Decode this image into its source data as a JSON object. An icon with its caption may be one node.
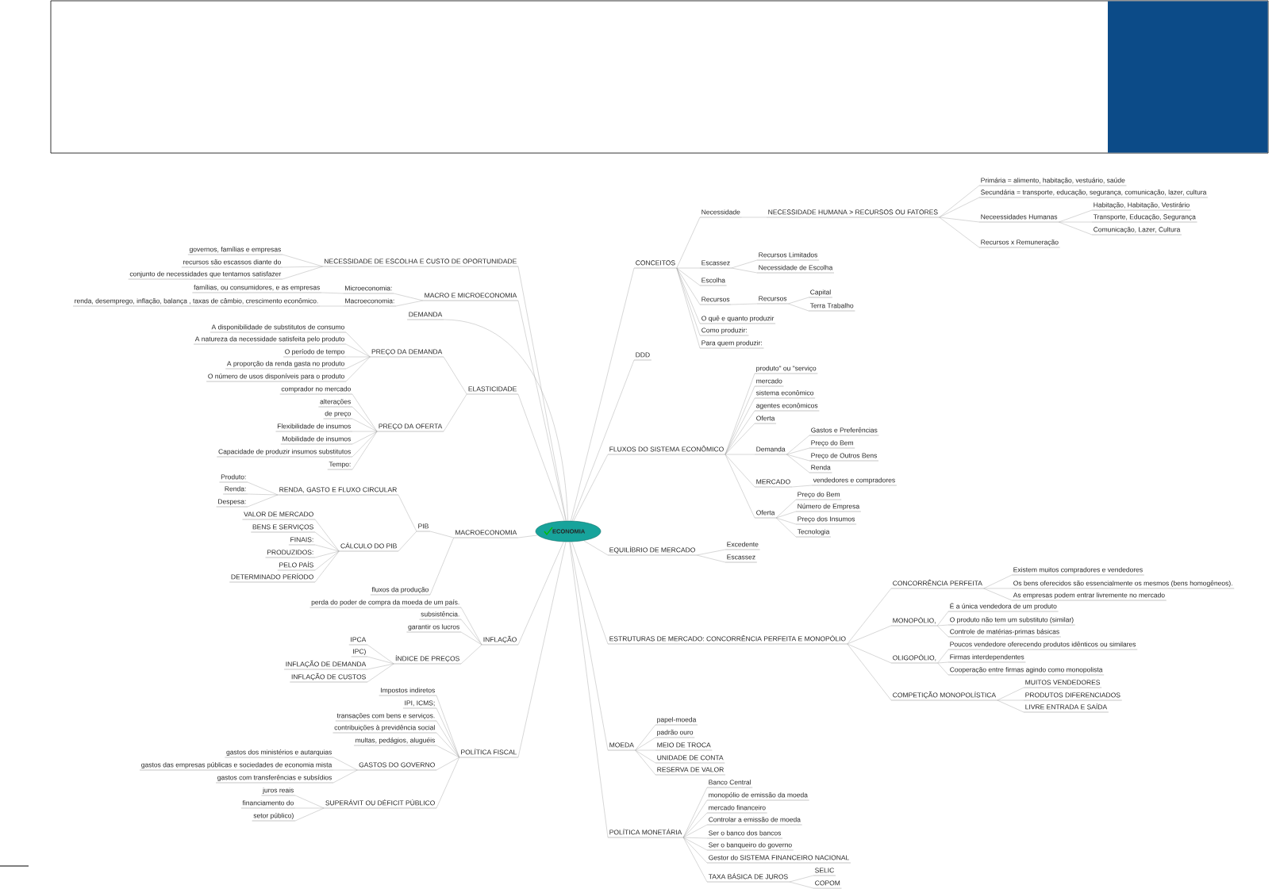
{
  "diagram": {
    "nodes": [
      {
        "text": [
          "ECONOMIA"
        ]
      },
      {
        "text": [
          "NECESSIDADE DE ESCOLHA E CUSTO DE OPORTUNIDADE"
        ]
      },
      {
        "text": [
          "governos, famílias e empresas"
        ]
      },
      {
        "text": [
          "recursos são escassos diante do"
        ]
      },
      {
        "text": [
          "conjunto de necessidades que tentamos satisfazer"
        ]
      },
      {
        "text": [
          "MACRO E MICROECONOMIA"
        ]
      },
      {
        "text": [
          "Microeconomia:"
        ]
      },
      {
        "text": [
          "famílias, ou consumidores, e as empresas"
        ]
      },
      {
        "text": [
          "Macroeconomia:"
        ]
      },
      {
        "text": [
          "renda, desemprego, inflação, balança , taxas de câmbio, crescimento econômico."
        ]
      },
      {
        "text": [
          "DEMANDA"
        ]
      },
      {
        "text": [
          "ELASTICIDADE"
        ]
      },
      {
        "text": [
          "PREÇO DA DEMANDA"
        ]
      },
      {
        "text": [
          "A disponibilidade de substitutos de consumo"
        ]
      },
      {
        "text": [
          "A natureza da necessidade satisfeita pelo produto"
        ]
      },
      {
        "text": [
          "O período de tempo"
        ]
      },
      {
        "text": [
          "A proporção da renda gasta no produto"
        ]
      },
      {
        "text": [
          "O número de usos disponíveis para o produto"
        ]
      },
      {
        "text": [
          "PREÇO DA OFERTA"
        ]
      },
      {
        "text": [
          "comprador no mercado"
        ]
      },
      {
        "text": [
          "alterações"
        ]
      },
      {
        "text": [
          "de preço"
        ]
      },
      {
        "text": [
          "Flexibilidade de insumos"
        ]
      },
      {
        "text": [
          "Mobilidade de insumos"
        ]
      },
      {
        "text": [
          "Capacidade de produzir insumos substitutos"
        ]
      },
      {
        "text": [
          "Tempo:"
        ]
      },
      {
        "text": [
          "MACROECONOMIA"
        ]
      },
      {
        "text": [
          "PIB"
        ]
      },
      {
        "text": [
          "RENDA, GASTO E FLUXO CIRCULAR"
        ]
      },
      {
        "text": [
          "Produto:"
        ]
      },
      {
        "text": [
          "Renda:"
        ]
      },
      {
        "text": [
          "Despesa:"
        ]
      },
      {
        "text": [
          "CÁLCULO DO PIB"
        ]
      },
      {
        "text": [
          "VALOR DE MERCADO"
        ]
      },
      {
        "text": [
          "BENS E SERVIÇOS"
        ]
      },
      {
        "text": [
          "FINAIS:"
        ]
      },
      {
        "text": [
          "PRODUZIDOS:"
        ]
      },
      {
        "text": [
          "PELO PAÍS"
        ]
      },
      {
        "text": [
          "DETERMINADO PERÍODO"
        ]
      },
      {
        "text": [
          "fluxos da produção"
        ]
      },
      {
        "text": [
          "INFLAÇÃO"
        ]
      },
      {
        "text": [
          "perda do poder de compra da moeda de um país."
        ]
      },
      {
        "text": [
          "subsistência."
        ]
      },
      {
        "text": [
          "garantir os lucros"
        ]
      },
      {
        "text": [
          "ÍNDICE DE PREÇOS"
        ]
      },
      {
        "text": [
          "IPCA"
        ]
      },
      {
        "text": [
          "IPC)"
        ]
      },
      {
        "text": [
          "INFLAÇÃO DE DEMANDA"
        ]
      },
      {
        "text": [
          "INFLAÇÃO DE CUSTOS"
        ]
      },
      {
        "text": [
          "POLÍTICA FISCAL"
        ]
      },
      {
        "text": [
          "Impostos indiretos"
        ]
      },
      {
        "text": [
          "IPI, ICMS;"
        ]
      },
      {
        "text": [
          "transações com bens e serviços."
        ]
      },
      {
        "text": [
          "contribuições à previdência social"
        ]
      },
      {
        "text": [
          "multas, pedágios, aluguéis"
        ]
      },
      {
        "text": [
          "GASTOS DO GOVERNO"
        ]
      },
      {
        "text": [
          "gastos dos ministérios e autarquias"
        ]
      },
      {
        "text": [
          "gastos das empresas públicas e sociedades de economia mista"
        ]
      },
      {
        "text": [
          "gastos com transferências e subsídios"
        ]
      },
      {
        "text": [
          "SUPERÁVIT OU DÉFICIT PÚBLICO"
        ]
      },
      {
        "text": [
          "juros reais"
        ]
      },
      {
        "text": [
          "financiamento do"
        ]
      },
      {
        "text": [
          "setor público)"
        ]
      },
      {
        "text": [
          "CONCEITOS"
        ]
      },
      {
        "text": [
          "Necessidade"
        ]
      },
      {
        "text": [
          "NECESSIDADE HUMANA > RECURSOS OU FATORES"
        ]
      },
      {
        "text": [
          "Primária = alimento, habitação, vestuário, saúde"
        ]
      },
      {
        "text": [
          "Secundária = transporte, educação, segurança, comunicação, lazer, cultura"
        ]
      },
      {
        "text": [
          "Neceessidades Humanas"
        ]
      },
      {
        "text": [
          "Habitação, Habitação, Vestirário"
        ]
      },
      {
        "text": [
          "Transporte, Educação, Segurança"
        ]
      },
      {
        "text": [
          "Comunicação, Lazer, Cultura"
        ]
      },
      {
        "text": [
          "Recursos x Remuneração"
        ]
      },
      {
        "text": [
          "Escassez"
        ]
      },
      {
        "text": [
          "Recursos Limitados"
        ]
      },
      {
        "text": [
          "Necessidade de Escolha"
        ]
      },
      {
        "text": [
          "Escolha"
        ]
      },
      {
        "text": [
          "Recursos"
        ]
      },
      {
        "text": [
          "Recursos"
        ]
      },
      {
        "text": [
          "Capital"
        ]
      },
      {
        "text": [
          "Terra Trabalho"
        ]
      },
      {
        "text": [
          "O quê e quanto produzir"
        ]
      },
      {
        "text": [
          "Como produzir:"
        ]
      },
      {
        "text": [
          "Para quem produzir:"
        ]
      },
      {
        "text": [
          "DDD"
        ]
      },
      {
        "text": [
          "FLUXOS DO SISTEMA ECONÔMICO"
        ]
      },
      {
        "text": [
          "produto\" ou \"serviço"
        ]
      },
      {
        "text": [
          "mercado"
        ]
      },
      {
        "text": [
          "sistema econômico"
        ]
      },
      {
        "text": [
          "agentes econômicos"
        ]
      },
      {
        "text": [
          "Oferta"
        ]
      },
      {
        "text": [
          "Demanda"
        ]
      },
      {
        "text": [
          "Gastos e Preferências"
        ]
      },
      {
        "text": [
          "Preço do Bem"
        ]
      },
      {
        "text": [
          "Preço de Outros Bens"
        ]
      },
      {
        "text": [
          "Renda"
        ]
      },
      {
        "text": [
          "MERCADO"
        ]
      },
      {
        "text": [
          "vendedores e compradores"
        ]
      },
      {
        "text": [
          "Oferta"
        ]
      },
      {
        "text": [
          "Preço do Bem"
        ]
      },
      {
        "text": [
          "Número de Empresa"
        ]
      },
      {
        "text": [
          "Preço dos Insumos"
        ]
      },
      {
        "text": [
          "Tecnologia"
        ]
      },
      {
        "text": [
          "EQUILÍBRIO DE MERCADO"
        ]
      },
      {
        "text": [
          "Excedente"
        ]
      },
      {
        "text": [
          "Escassez"
        ]
      },
      {
        "text": [
          "ESTRUTURAS DE MERCADO: CONCORRÊNCIA PERFEITA E MONOPÓLIO"
        ]
      },
      {
        "text": [
          "CONCORRÊNCIA PERFEITA"
        ]
      },
      {
        "text": [
          "Existem muitos compradores e vendedores"
        ]
      },
      {
        "text": [
          "Os bens oferecidos são essencialmente os mesmos (bens homogêneos)."
        ]
      },
      {
        "text": [
          "As empresas podem entrar livremente no mercado"
        ]
      },
      {
        "text": [
          "MONOPÓLIO,"
        ]
      },
      {
        "text": [
          "É a única vendedora de um produto"
        ]
      },
      {
        "text": [
          "O produto não tem um substituto (similar)"
        ]
      },
      {
        "text": [
          "Controle de matérias-primas básicas"
        ]
      },
      {
        "text": [
          "OLIGOPÓLIO,"
        ]
      },
      {
        "text": [
          "Poucos vendedore oferecendo produtos idênticos ou similares"
        ]
      },
      {
        "text": [
          "Firmas interdependentes"
        ]
      },
      {
        "text": [
          "Cooperação entre firmas agindo como monopolista"
        ]
      },
      {
        "text": [
          "COMPETIÇÃO MONOPOLÍSTICA"
        ]
      },
      {
        "text": [
          "MUITOS VENDEDORES"
        ]
      },
      {
        "text": [
          "PRODUTOS DIFERENCIADOS"
        ]
      },
      {
        "text": [
          "LIVRE ENTRADA E SAÍDA"
        ]
      },
      {
        "text": [
          "MOEDA"
        ]
      },
      {
        "text": [
          "papel-moeda"
        ]
      },
      {
        "text": [
          "padrão ouro"
        ]
      },
      {
        "text": [
          "MEIO DE TROCA"
        ]
      },
      {
        "text": [
          "UNIDADE DE CONTA"
        ]
      },
      {
        "text": [
          "RESERVA DE VALOR"
        ]
      },
      {
        "text": [
          "POLÍTICA MONETÁRIA"
        ]
      },
      {
        "text": [
          "Banco Central"
        ]
      },
      {
        "text": [
          "monopólio de emissão da moeda"
        ]
      },
      {
        "text": [
          "mercado financeiro"
        ]
      },
      {
        "text": [
          "Controlar a emissão de moeda"
        ]
      },
      {
        "text": [
          "Ser o banco dos bancos"
        ]
      },
      {
        "text": [
          "Ser o banqueiro do governo"
        ]
      },
      {
        "text": [
          "Gestor do SISTEMA FINANCEIRO NACIONAL"
        ]
      },
      {
        "text": [
          "TAXA BÁSICA DE JUROS"
        ]
      },
      {
        "text": [
          "SELIC"
        ]
      },
      {
        "text": [
          "COPOM"
        ]
      }
    ],
    "edges": [
      {
        "from": 0,
        "to": 1,
        "arrow": "none"
      },
      {
        "from": 1,
        "to": 2,
        "arrow": "none"
      },
      {
        "from": 1,
        "to": 3,
        "arrow": "none"
      },
      {
        "from": 1,
        "to": 4,
        "arrow": "none"
      },
      {
        "from": 0,
        "to": 5,
        "arrow": "none"
      },
      {
        "from": 5,
        "to": 6,
        "arrow": "none"
      },
      {
        "from": 6,
        "to": 7,
        "arrow": "none"
      },
      {
        "from": 5,
        "to": 8,
        "arrow": "none"
      },
      {
        "from": 8,
        "to": 9,
        "arrow": "none"
      },
      {
        "from": 0,
        "to": 10,
        "arrow": "none"
      },
      {
        "from": 0,
        "to": 11,
        "arrow": "none"
      },
      {
        "from": 11,
        "to": 12,
        "arrow": "none"
      },
      {
        "from": 12,
        "to": 13,
        "arrow": "none"
      },
      {
        "from": 12,
        "to": 14,
        "arrow": "none"
      },
      {
        "from": 12,
        "to": 15,
        "arrow": "none"
      },
      {
        "from": 12,
        "to": 16,
        "arrow": "none"
      },
      {
        "from": 12,
        "to": 17,
        "arrow": "none"
      },
      {
        "from": 11,
        "to": 18,
        "arrow": "none"
      },
      {
        "from": 18,
        "to": 19,
        "arrow": "none"
      },
      {
        "from": 18,
        "to": 20,
        "arrow": "none"
      },
      {
        "from": 18,
        "to": 21,
        "arrow": "none"
      },
      {
        "from": 18,
        "to": 22,
        "arrow": "none"
      },
      {
        "from": 18,
        "to": 23,
        "arrow": "none"
      },
      {
        "from": 18,
        "to": 24,
        "arrow": "none"
      },
      {
        "from": 18,
        "to": 25,
        "arrow": "none"
      },
      {
        "from": 0,
        "to": 26,
        "arrow": "none"
      },
      {
        "from": 26,
        "to": 27,
        "arrow": "none"
      },
      {
        "from": 27,
        "to": 28,
        "arrow": "none"
      },
      {
        "from": 28,
        "to": 29,
        "arrow": "none"
      },
      {
        "from": 28,
        "to": 30,
        "arrow": "none"
      },
      {
        "from": 28,
        "to": 31,
        "arrow": "none"
      },
      {
        "from": 27,
        "to": 32,
        "arrow": "none"
      },
      {
        "from": 32,
        "to": 33,
        "arrow": "none"
      },
      {
        "from": 32,
        "to": 34,
        "arrow": "none"
      },
      {
        "from": 32,
        "to": 35,
        "arrow": "none"
      },
      {
        "from": 32,
        "to": 36,
        "arrow": "none"
      },
      {
        "from": 32,
        "to": 37,
        "arrow": "none"
      },
      {
        "from": 32,
        "to": 38,
        "arrow": "none"
      },
      {
        "from": 26,
        "to": 39,
        "arrow": "none"
      },
      {
        "from": 0,
        "to": 40,
        "arrow": "none"
      },
      {
        "from": 40,
        "to": 41,
        "arrow": "none"
      },
      {
        "from": 40,
        "to": 42,
        "arrow": "none"
      },
      {
        "from": 40,
        "to": 43,
        "arrow": "none"
      },
      {
        "from": 40,
        "to": 44,
        "arrow": "none"
      },
      {
        "from": 44,
        "to": 45,
        "arrow": "none"
      },
      {
        "from": 44,
        "to": 46,
        "arrow": "none"
      },
      {
        "from": 44,
        "to": 47,
        "arrow": "none"
      },
      {
        "from": 44,
        "to": 48,
        "arrow": "none"
      },
      {
        "from": 0,
        "to": 49,
        "arrow": "none"
      },
      {
        "from": 49,
        "to": 50,
        "arrow": "none"
      },
      {
        "from": 49,
        "to": 51,
        "arrow": "none"
      },
      {
        "from": 49,
        "to": 52,
        "arrow": "none"
      },
      {
        "from": 49,
        "to": 53,
        "arrow": "none"
      },
      {
        "from": 49,
        "to": 54,
        "arrow": "none"
      },
      {
        "from": 49,
        "to": 55,
        "arrow": "none"
      },
      {
        "from": 55,
        "to": 56,
        "arrow": "none"
      },
      {
        "from": 55,
        "to": 57,
        "arrow": "none"
      },
      {
        "from": 55,
        "to": 58,
        "arrow": "none"
      },
      {
        "from": 49,
        "to": 59,
        "arrow": "none"
      },
      {
        "from": 59,
        "to": 60,
        "arrow": "none"
      },
      {
        "from": 59,
        "to": 61,
        "arrow": "none"
      },
      {
        "from": 59,
        "to": 62,
        "arrow": "none"
      },
      {
        "from": 0,
        "to": 63,
        "arrow": "none"
      },
      {
        "from": 63,
        "to": 64,
        "arrow": "none"
      },
      {
        "from": 64,
        "to": 65,
        "arrow": "none"
      },
      {
        "from": 65,
        "to": 66,
        "arrow": "none"
      },
      {
        "from": 65,
        "to": 67,
        "arrow": "none"
      },
      {
        "from": 65,
        "to": 68,
        "arrow": "none"
      },
      {
        "from": 68,
        "to": 69,
        "arrow": "none"
      },
      {
        "from": 68,
        "to": 70,
        "arrow": "none"
      },
      {
        "from": 68,
        "to": 71,
        "arrow": "none"
      },
      {
        "from": 65,
        "to": 72,
        "arrow": "none"
      },
      {
        "from": 63,
        "to": 73,
        "arrow": "none"
      },
      {
        "from": 73,
        "to": 74,
        "arrow": "none"
      },
      {
        "from": 73,
        "to": 75,
        "arrow": "none"
      },
      {
        "from": 63,
        "to": 76,
        "arrow": "none"
      },
      {
        "from": 63,
        "to": 77,
        "arrow": "none"
      },
      {
        "from": 77,
        "to": 78,
        "arrow": "none"
      },
      {
        "from": 78,
        "to": 79,
        "arrow": "none"
      },
      {
        "from": 78,
        "to": 80,
        "arrow": "none"
      },
      {
        "from": 63,
        "to": 81,
        "arrow": "none"
      },
      {
        "from": 63,
        "to": 82,
        "arrow": "none"
      },
      {
        "from": 63,
        "to": 83,
        "arrow": "none"
      },
      {
        "from": 0,
        "to": 84,
        "arrow": "none"
      },
      {
        "from": 0,
        "to": 85,
        "arrow": "none"
      },
      {
        "from": 85,
        "to": 86,
        "arrow": "none"
      },
      {
        "from": 85,
        "to": 87,
        "arrow": "none"
      },
      {
        "from": 85,
        "to": 88,
        "arrow": "none"
      },
      {
        "from": 85,
        "to": 89,
        "arrow": "none"
      },
      {
        "from": 85,
        "to": 90,
        "arrow": "none"
      },
      {
        "from": 85,
        "to": 91,
        "arrow": "none"
      },
      {
        "from": 91,
        "to": 92,
        "arrow": "none"
      },
      {
        "from": 91,
        "to": 93,
        "arrow": "none"
      },
      {
        "from": 91,
        "to": 94,
        "arrow": "none"
      },
      {
        "from": 91,
        "to": 95,
        "arrow": "none"
      },
      {
        "from": 85,
        "to": 96,
        "arrow": "none"
      },
      {
        "from": 96,
        "to": 97,
        "arrow": "none"
      },
      {
        "from": 85,
        "to": 98,
        "arrow": "none"
      },
      {
        "from": 98,
        "to": 99,
        "arrow": "none"
      },
      {
        "from": 98,
        "to": 100,
        "arrow": "none"
      },
      {
        "from": 98,
        "to": 101,
        "arrow": "none"
      },
      {
        "from": 98,
        "to": 102,
        "arrow": "none"
      },
      {
        "from": 0,
        "to": 103,
        "arrow": "none"
      },
      {
        "from": 103,
        "to": 104,
        "arrow": "none"
      },
      {
        "from": 103,
        "to": 105,
        "arrow": "none"
      },
      {
        "from": 0,
        "to": 106,
        "arrow": "none"
      },
      {
        "from": 106,
        "to": 107,
        "arrow": "none"
      },
      {
        "from": 107,
        "to": 108,
        "arrow": "none"
      },
      {
        "from": 107,
        "to": 109,
        "arrow": "none"
      },
      {
        "from": 107,
        "to": 110,
        "arrow": "none"
      },
      {
        "from": 106,
        "to": 111,
        "arrow": "none"
      },
      {
        "from": 111,
        "to": 112,
        "arrow": "none"
      },
      {
        "from": 111,
        "to": 113,
        "arrow": "none"
      },
      {
        "from": 111,
        "to": 114,
        "arrow": "none"
      },
      {
        "from": 106,
        "to": 115,
        "arrow": "none"
      },
      {
        "from": 115,
        "to": 116,
        "arrow": "none"
      },
      {
        "from": 115,
        "to": 117,
        "arrow": "none"
      },
      {
        "from": 115,
        "to": 118,
        "arrow": "none"
      },
      {
        "from": 106,
        "to": 119,
        "arrow": "none"
      },
      {
        "from": 119,
        "to": 120,
        "arrow": "none"
      },
      {
        "from": 119,
        "to": 121,
        "arrow": "none"
      },
      {
        "from": 119,
        "to": 122,
        "arrow": "none"
      },
      {
        "from": 0,
        "to": 123,
        "arrow": "none"
      },
      {
        "from": 123,
        "to": 124,
        "arrow": "none"
      },
      {
        "from": 123,
        "to": 125,
        "arrow": "none"
      },
      {
        "from": 123,
        "to": 126,
        "arrow": "none"
      },
      {
        "from": 123,
        "to": 127,
        "arrow": "none"
      },
      {
        "from": 123,
        "to": 128,
        "arrow": "none"
      },
      {
        "from": 0,
        "to": 129,
        "arrow": "none"
      },
      {
        "from": 129,
        "to": 130,
        "arrow": "none"
      },
      {
        "from": 129,
        "to": 131,
        "arrow": "none"
      },
      {
        "from": 129,
        "to": 132,
        "arrow": "none"
      },
      {
        "from": 129,
        "to": 133,
        "arrow": "none"
      },
      {
        "from": 129,
        "to": 134,
        "arrow": "none"
      },
      {
        "from": 129,
        "to": 135,
        "arrow": "none"
      },
      {
        "from": 129,
        "to": 136,
        "arrow": "none"
      },
      {
        "from": 129,
        "to": 137,
        "arrow": "none"
      },
      {
        "from": 137,
        "to": 138,
        "arrow": "none"
      },
      {
        "from": 137,
        "to": 139,
        "arrow": "none"
      }
    ]
  }
}
